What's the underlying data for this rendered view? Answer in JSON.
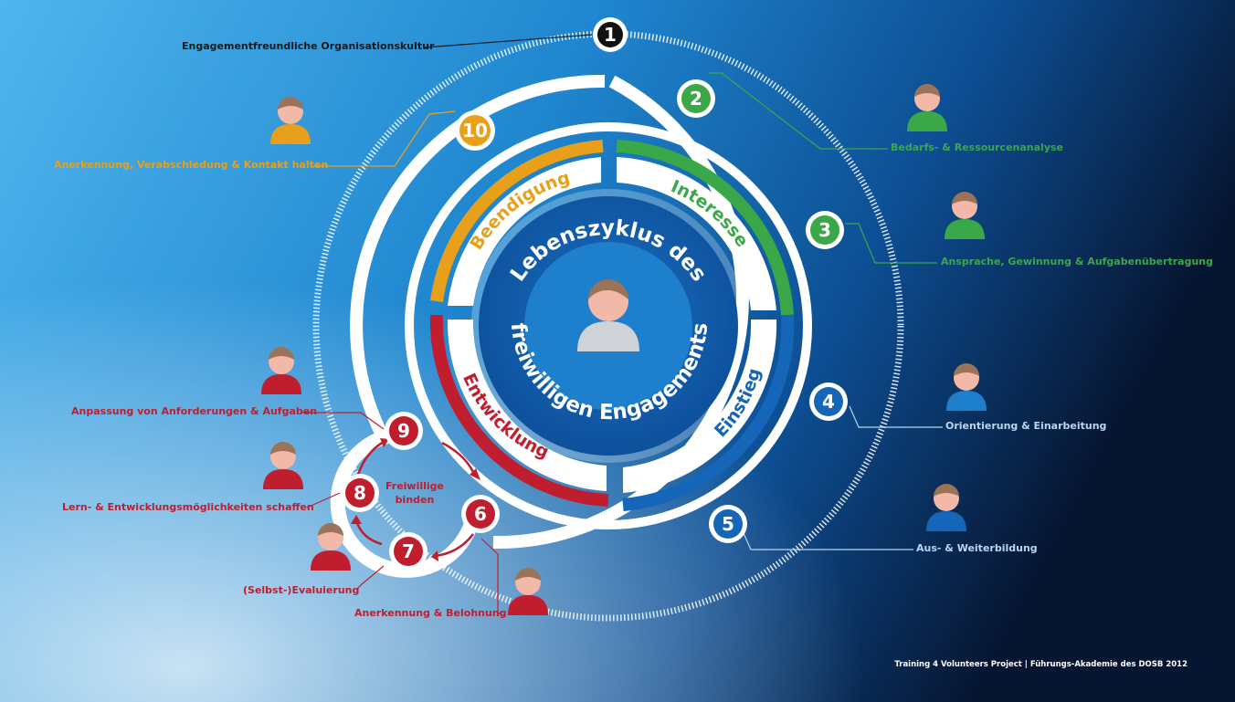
{
  "colors": {
    "green": "#3aa848",
    "yellow": "#e8a01a",
    "red": "#c01e2e",
    "blue": "#1565b8",
    "pale_blue": "#b9d6ef",
    "dark_navy": "#0a1a3a"
  },
  "center": {
    "line1": "Lebenszyklus des",
    "line2": "freiwilligen Engagements"
  },
  "phases": {
    "interesse": "Interesse",
    "einstieg": "Einstieg",
    "entwicklung": "Entwicklung",
    "beendigung": "Beendigung"
  },
  "steps": [
    {
      "num": "1",
      "label": "Engagementfreundliche Organisationskultur",
      "color": "black"
    },
    {
      "num": "2",
      "label": "Bedarfs- & Ressourcenanalyse",
      "color": "green"
    },
    {
      "num": "3",
      "label": "Ansprache, Gewinnung & Aufgabenübertragung",
      "color": "green"
    },
    {
      "num": "4",
      "label": "Orientierung & Einarbeitung",
      "color": "blue"
    },
    {
      "num": "5",
      "label": "Aus- & Weiterbildung",
      "color": "blue"
    },
    {
      "num": "6",
      "label": "Anerkennung & Belohnung",
      "color": "red"
    },
    {
      "num": "7",
      "label": "(Selbst-)Evaluierung",
      "color": "red"
    },
    {
      "num": "8",
      "label": "Lern- & Entwicklungsmöglichkeiten schaffen",
      "color": "red"
    },
    {
      "num": "9",
      "label": "Anpassung von Anforderungen & Aufgaben",
      "color": "red"
    },
    {
      "num": "10",
      "label": "Anerkennung, Verabschiedung & Kontakt halten",
      "color": "yellow"
    }
  ],
  "loop_label": {
    "line1": "Freiwillige",
    "line2": "binden"
  },
  "icons": [
    "person-icon"
  ],
  "credit": "Training 4 Volunteers Project | Führungs-Akademie des DOSB 2012"
}
